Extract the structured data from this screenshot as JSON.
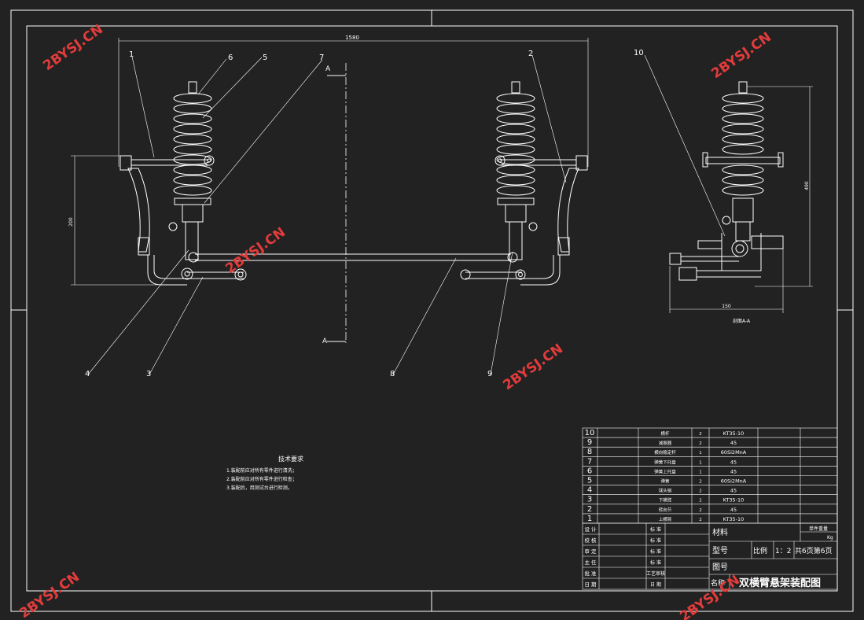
{
  "drawing": {
    "overall_width_dim": "1580",
    "height_dim_left": "200",
    "height_dim_right": "490",
    "width_dim_right": "150",
    "section_label": "A",
    "section_view_caption": "剖面A-A",
    "part_callouts": [
      "1",
      "6",
      "5",
      "7",
      "2",
      "10",
      "4",
      "3",
      "8",
      "9"
    ]
  },
  "tech_requirements": {
    "title": "技术要求",
    "items": [
      "1.装配前应对所有零件进行清洗；",
      "2.装配前应对所有零件进行检查；",
      "3.装配后，用测试台进行检测。"
    ]
  },
  "bom": {
    "rows": [
      {
        "no": "10",
        "name": "横杆",
        "qty": "2",
        "material": "KT35-10"
      },
      {
        "no": "9",
        "name": "减振器",
        "qty": "2",
        "material": "45"
      },
      {
        "no": "8",
        "name": "横向稳定杆",
        "qty": "1",
        "material": "60Si2MnA"
      },
      {
        "no": "7",
        "name": "弹簧下托盘",
        "qty": "1",
        "material": "45"
      },
      {
        "no": "6",
        "name": "弹簧上托盘",
        "qty": "1",
        "material": "45"
      },
      {
        "no": "5",
        "name": "弹簧",
        "qty": "2",
        "material": "60Si2MnA"
      },
      {
        "no": "4",
        "name": "球头销",
        "qty": "2",
        "material": "45"
      },
      {
        "no": "3",
        "name": "下横臂",
        "qty": "2",
        "material": "KT35-10"
      },
      {
        "no": "2",
        "name": "转向节",
        "qty": "2",
        "material": "45"
      },
      {
        "no": "1",
        "name": "上横臂",
        "qty": "2",
        "material": "KT35-10"
      }
    ]
  },
  "title_block": {
    "left_labels": [
      "设 计",
      "校 核",
      "审 定",
      "主 任",
      "批 准",
      "日 期"
    ],
    "mid_labels": [
      "标 准",
      "标 准",
      "标 准",
      "标 准",
      "工艺审核",
      "日 期"
    ],
    "material_label": "材料",
    "part_weight_label": "单件重量",
    "weight_unit": "Kg",
    "model_label": "型号",
    "scale_label": "比例",
    "scale_value": "1：2",
    "sheet_text": "共6页第6页",
    "drawing_no_label": "图号",
    "name_label": "名称",
    "drawing_title": "双横臂悬架装配图"
  },
  "watermarks": [
    "2BYSJ.CN",
    "2BYSJ.CN",
    "2BYSJ.CN",
    "2BYSJ.CN",
    "2BYSJ.CN",
    "2BYSJ.CN"
  ]
}
